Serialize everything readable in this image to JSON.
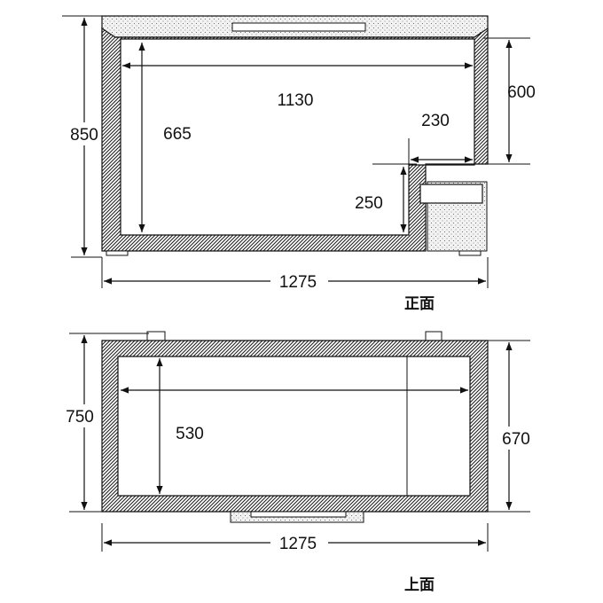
{
  "front_view": {
    "title": "正面",
    "dims": {
      "overall_height": "850",
      "inner_height": "665",
      "inner_width": "1130",
      "right_depth": "600",
      "step_width": "230",
      "step_height": "250",
      "overall_width": "1275"
    }
  },
  "top_view": {
    "title": "上面",
    "dims": {
      "overall_depth": "750",
      "inner_depth": "530",
      "body_depth": "670",
      "overall_width": "1275"
    }
  }
}
